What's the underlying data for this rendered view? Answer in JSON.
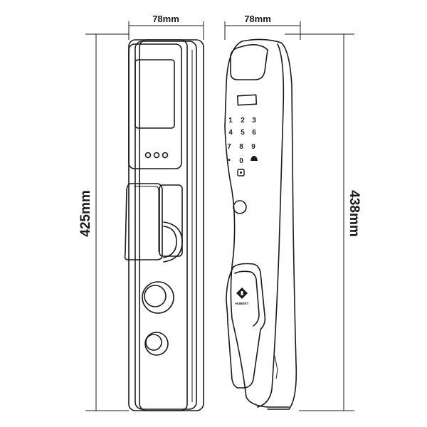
{
  "front_view": {
    "width_label": "78mm",
    "height_label": "425mm"
  },
  "side_view": {
    "width_label": "78mm",
    "height_label": "438mm",
    "keypad": [
      "1",
      "2",
      "3",
      "4",
      "5",
      "6",
      "7",
      "8",
      "9",
      "•",
      "0"
    ],
    "brand": "HUBERT"
  },
  "colors": {
    "line": "#1a1a1a",
    "background": "#ffffff"
  }
}
